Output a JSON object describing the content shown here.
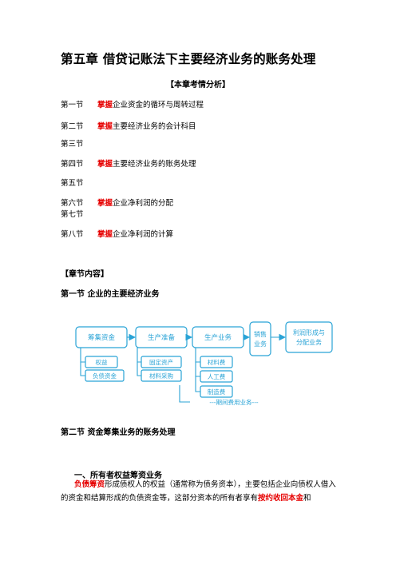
{
  "chapter_title": "第五章  借贷记账法下主要经济业务的账务处理",
  "exam_heading": "【本章考情分析】",
  "sections": [
    {
      "num": "第一节",
      "key": "掌握",
      "text": "企业资金的循环与周转过程"
    },
    {
      "num": "第二节",
      "key": "掌握",
      "text": "主要经济业务的会计科目"
    },
    {
      "num": "第三节",
      "key": "",
      "text": ""
    },
    {
      "num": "第四节",
      "key": "掌握",
      "text": "主要经济业务的账务处理"
    },
    {
      "num": "第五节",
      "key": "",
      "text": ""
    },
    {
      "num": "第六节",
      "key": "掌握",
      "text": "企业净利润的分配"
    },
    {
      "num": "第七节",
      "key": "",
      "text": ""
    },
    {
      "num": "第八节",
      "key": "掌握",
      "text": "企业净利润的计算"
    }
  ],
  "content_heading": "【章节内容】",
  "section1_title": "第一节    企业的主要经济业务",
  "diagram": {
    "box_funding": "筹集资金",
    "box_production_prep": "生产准备",
    "box_production": "生产业务",
    "box_sales": "销售业务",
    "box_profit": "利润形成与分配业务",
    "sub_equity": "权益",
    "sub_debt": "负债资金",
    "sub_fixed_assets": "固定资产",
    "sub_materials_purchase": "材料采购",
    "sub_materials": "材料费",
    "sub_labor": "人工费",
    "sub_overhead": "制造费",
    "period_expense": "---期间费用业务---"
  },
  "section2_title": "第二节    资金筹集业务的账务处理",
  "sub1_title": "一、所有者权益筹资业务",
  "para1": {
    "lead": "负债筹资",
    "body": "形成债权人的权益（通常称为债务资本），主要包括企业向债权人借入的资金和结算形成的负债资金等，这部分资本的所有者享有",
    "emph": "按约收回本金",
    "tail": "和"
  }
}
